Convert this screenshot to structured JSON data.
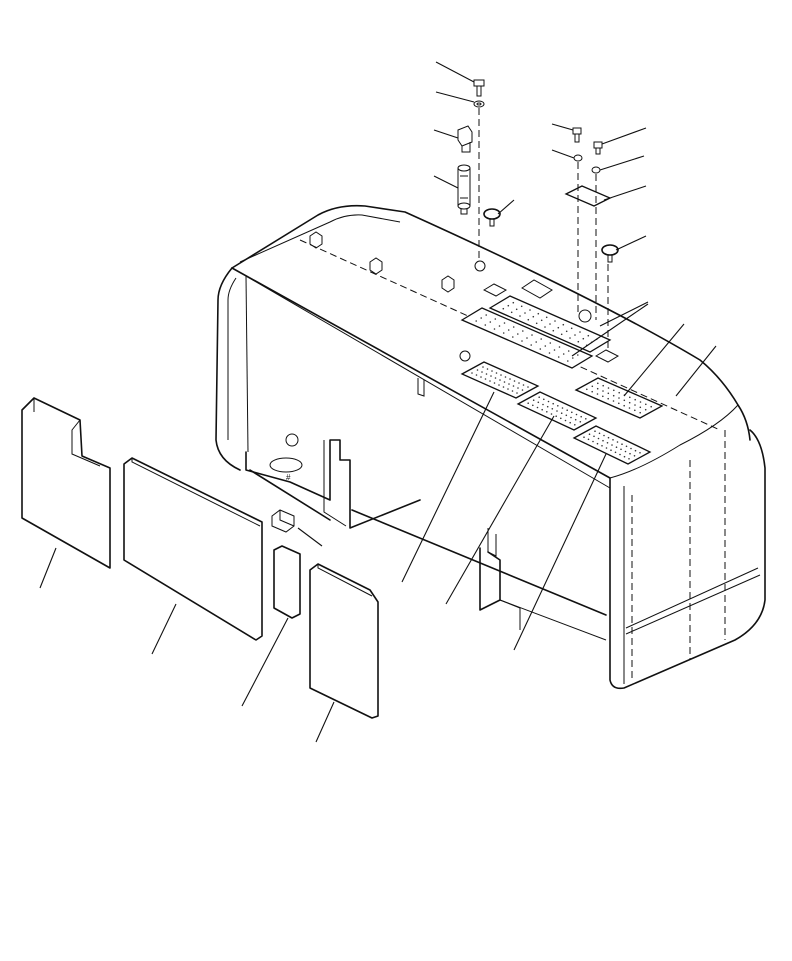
{
  "diagram": {
    "parts": [
      {
        "name": "bolt-upper-left"
      },
      {
        "name": "washer-upper-left"
      },
      {
        "name": "plug-fitting"
      },
      {
        "name": "sight-gauge"
      },
      {
        "name": "cap-left"
      },
      {
        "name": "bolt-upper-right-a"
      },
      {
        "name": "bolt-upper-right-b"
      },
      {
        "name": "washer-upper-right-a"
      },
      {
        "name": "washer-upper-right-b"
      },
      {
        "name": "cover-plate"
      },
      {
        "name": "cap-right"
      },
      {
        "name": "mat-top-pair"
      },
      {
        "name": "mat-right-rear"
      },
      {
        "name": "counterweight-body"
      },
      {
        "name": "mat-front-left"
      },
      {
        "name": "mat-front-center"
      },
      {
        "name": "mat-front-right"
      },
      {
        "name": "side-pad-rear-notched"
      },
      {
        "name": "side-pad-large"
      },
      {
        "name": "small-pad"
      },
      {
        "name": "side-pad-front"
      },
      {
        "name": "clip"
      }
    ]
  }
}
